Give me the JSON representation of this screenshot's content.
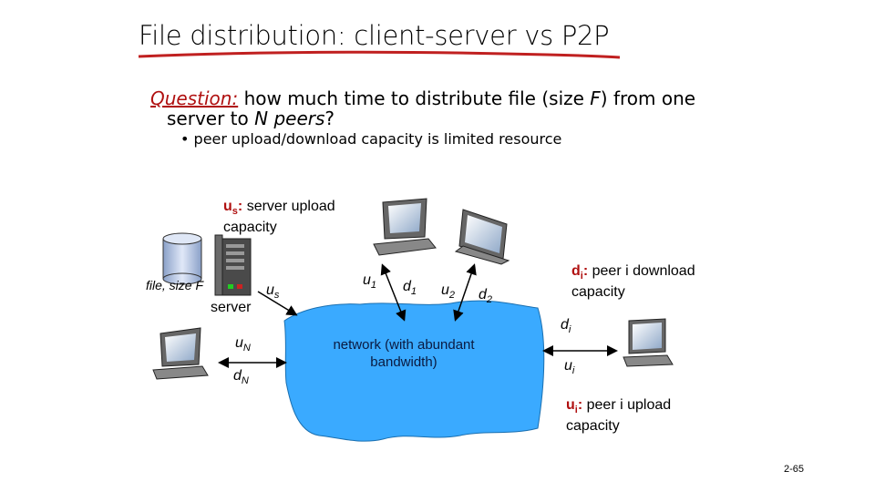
{
  "title": "File distribution: client-server vs P2P",
  "question": {
    "label": "Question:",
    "line1_a": "how much time to distribute file (size ",
    "line1_f": "F",
    "line1_b": ") from one",
    "line2_a": "server to ",
    "line2_n": "N",
    "line2_peers": "peers",
    "line2_end": "?"
  },
  "bullet": "peer upload/download capacity is limited resource",
  "labels": {
    "us_sym": "u",
    "us_sub": "s",
    "us_colon": ":",
    "us_text": "server upload",
    "us_text2": "capacity",
    "file": "file, size F",
    "server": "server",
    "us_link": "u",
    "us_link_sub": "s",
    "uN": "u",
    "uN_sub": "N",
    "dN": "d",
    "dN_sub": "N",
    "u1": "u",
    "u1_sub": "1",
    "d1": "d",
    "d1_sub": "1",
    "u2": "u",
    "u2_sub": "2",
    "d2": "d",
    "d2_sub": "2",
    "network": "network (with abundant",
    "network2": "bandwidth)",
    "di_sym": "d",
    "di_sub": "i",
    "di_colon": ":",
    "di_text": "peer i download",
    "di_text2": "capacity",
    "di_link": "d",
    "di_link_sub": "i",
    "ui_link": "u",
    "ui_link_sub": "i",
    "ui_sym": "u",
    "ui_sub": "i",
    "ui_colon": ":",
    "ui_text": "peer i upload",
    "ui_text2": "capacity"
  },
  "page_number": "2-65",
  "colors": {
    "accent_red": "#b01010",
    "network_blue": "#3aaaff",
    "underline_red": "#c02020"
  }
}
